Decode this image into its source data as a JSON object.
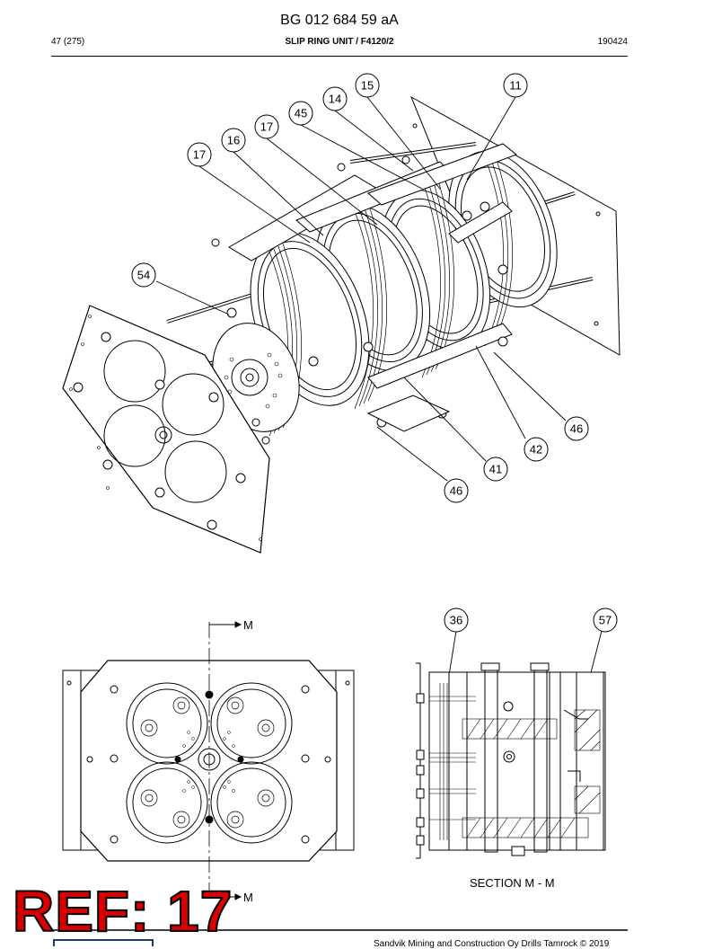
{
  "header": {
    "doc_number": "BG 012 684 59 aA",
    "page": "47 (275)",
    "title": "SLIP RING UNIT / F4120/2",
    "date": "190424"
  },
  "callouts": {
    "c15": "15",
    "c11": "11",
    "c14": "14",
    "c45": "45",
    "c17a": "17",
    "c16": "16",
    "c17b": "17",
    "c54": "54",
    "c46a": "46",
    "c42": "42",
    "c41": "41",
    "c46b": "46",
    "c36": "36",
    "c57": "57"
  },
  "section": {
    "marker_top": "M",
    "marker_bottom": "M",
    "label": "SECTION M - M"
  },
  "overlay": {
    "ref": "REF: 17"
  },
  "footer": {
    "text": "Sandvik Mining and Construction Oy Drills Tamrock © 2019"
  }
}
